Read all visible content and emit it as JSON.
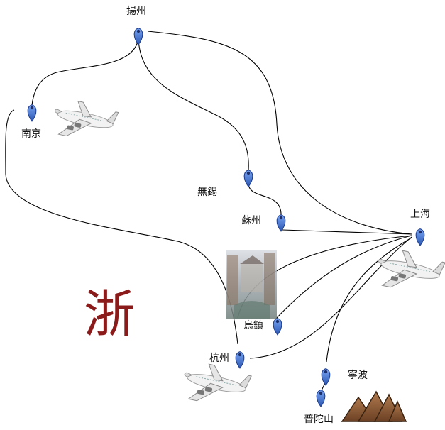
{
  "cities": [
    {
      "id": "yangzhou",
      "name": "揚州"
    },
    {
      "id": "nanjing",
      "name": "南京"
    },
    {
      "id": "wuxi",
      "name": "無錫"
    },
    {
      "id": "suzhou",
      "name": "蘇州"
    },
    {
      "id": "shanghai",
      "name": "上海"
    },
    {
      "id": "wuzhen",
      "name": "烏鎮"
    },
    {
      "id": "hangzhou",
      "name": "杭州"
    },
    {
      "id": "ningbo",
      "name": "寧波"
    },
    {
      "id": "putuoshan",
      "name": "普陀山"
    }
  ],
  "emblem": {
    "char": "浙",
    "color": "#8b1a1a"
  },
  "colors": {
    "pin": "#4a7fe0",
    "pin_dark": "#2a55b0",
    "route": "#000000",
    "mountain": "#8a5a36"
  },
  "icons": [
    "airplane-icon",
    "location-pin-icon",
    "mountain-icon",
    "water-town-photo"
  ]
}
